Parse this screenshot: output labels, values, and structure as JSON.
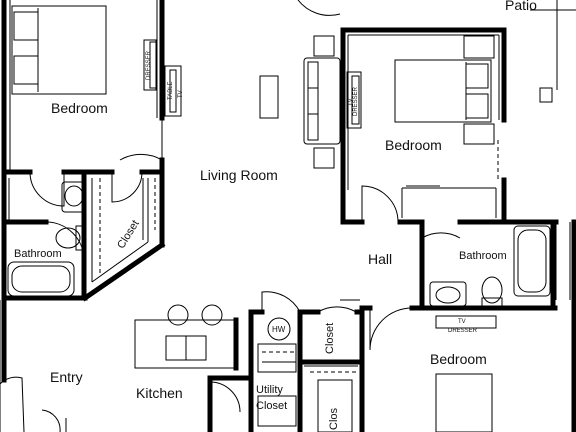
{
  "rooms": {
    "patio": "Patio",
    "bedroom_top_left": "Bedroom",
    "bedroom_top_right": "Bedroom",
    "bedroom_bottom_right": "Bedroom",
    "living_room": "Living Room",
    "bathroom_left": "Bathroom",
    "bathroom_right": "Bathroom",
    "closet_left": "Closet",
    "closet_mid": "Closet",
    "closet_bottom": "Clos",
    "hall": "Hall",
    "entry": "Entry",
    "kitchen": "Kitchen",
    "utility_closet_line1": "Utility",
    "utility_closet_line2": "Closet"
  },
  "fixtures": {
    "dresser": "DRESSER",
    "tv": "TV",
    "table": "TABLE",
    "hw": "HW"
  }
}
